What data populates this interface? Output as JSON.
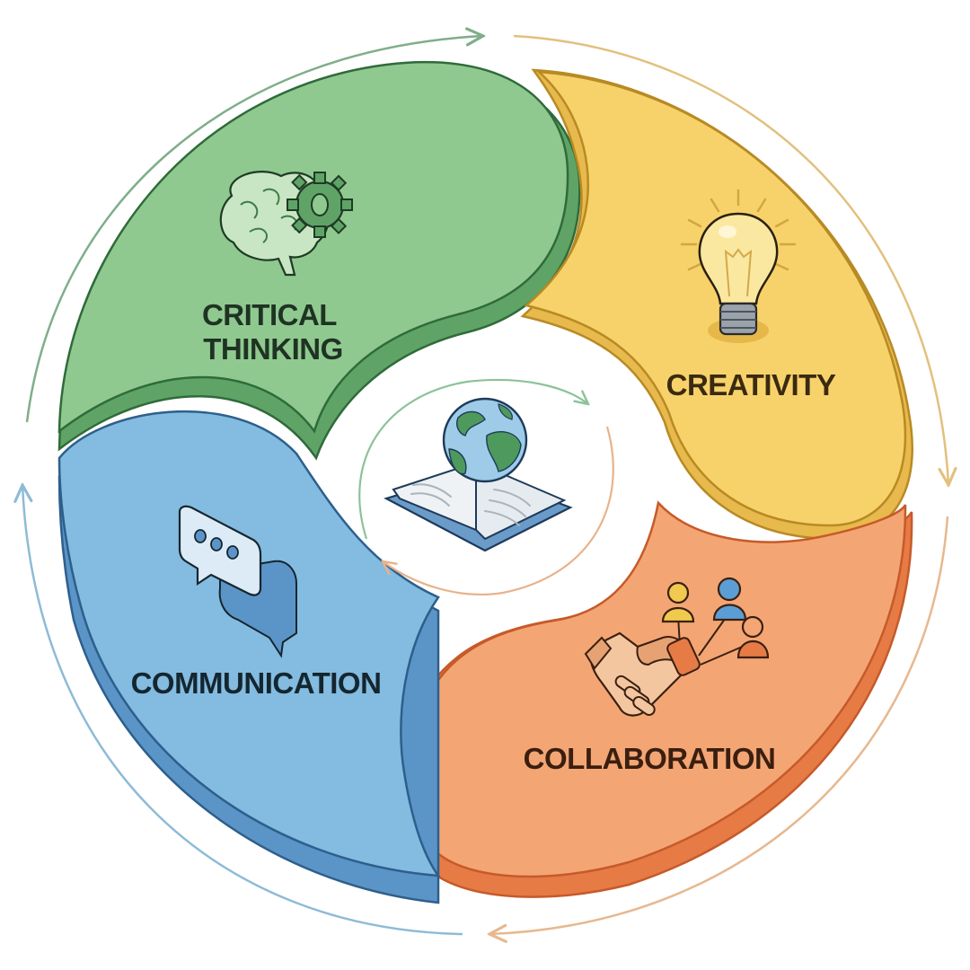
{
  "diagram": {
    "type": "cycle",
    "center": {
      "label": "",
      "icon": "globe-on-open-book-icon"
    },
    "segments": [
      {
        "id": "critical-thinking",
        "lines": [
          "CRITICAL",
          "THINKING"
        ],
        "icon": "brain-gear-icon",
        "fill": "#8FC98F",
        "edge": "#5FA466",
        "stroke": "#2F6B3A",
        "text_color": "#1F3323"
      },
      {
        "id": "creativity",
        "lines": [
          "CREATIVITY"
        ],
        "icon": "lightbulb-icon",
        "fill": "#F7D26A",
        "edge": "#E8B94C",
        "stroke": "#B88A24",
        "text_color": "#3A2A10"
      },
      {
        "id": "collaboration",
        "lines": [
          "COLLABORATION"
        ],
        "icon": "handshake-network-icon",
        "fill": "#F4A574",
        "edge": "#E77B45",
        "stroke": "#C65A2A",
        "text_color": "#3A1F10"
      },
      {
        "id": "communication",
        "lines": [
          "COMMUNICATION"
        ],
        "icon": "speech-bubbles-icon",
        "fill": "#84BBE0",
        "edge": "#5B95C8",
        "stroke": "#2D5F8C",
        "text_color": "#14262F"
      }
    ],
    "outer_arrows": [
      {
        "from": "communication",
        "to": "critical-thinking",
        "color": "#7FAE8A",
        "direction": "clockwise"
      },
      {
        "from": "critical-thinking",
        "to": "creativity",
        "color": "#E2C07E",
        "direction": "clockwise"
      },
      {
        "from": "creativity",
        "to": "collaboration",
        "color": "#E7B88F",
        "direction": "clockwise"
      },
      {
        "from": "collaboration",
        "to": "communication",
        "color": "#8EBBD6",
        "direction": "clockwise"
      }
    ],
    "inner_arrows": [
      {
        "color": "#8CC29A",
        "direction": "clockwise"
      },
      {
        "color": "#E8B28A",
        "direction": "clockwise"
      }
    ]
  }
}
